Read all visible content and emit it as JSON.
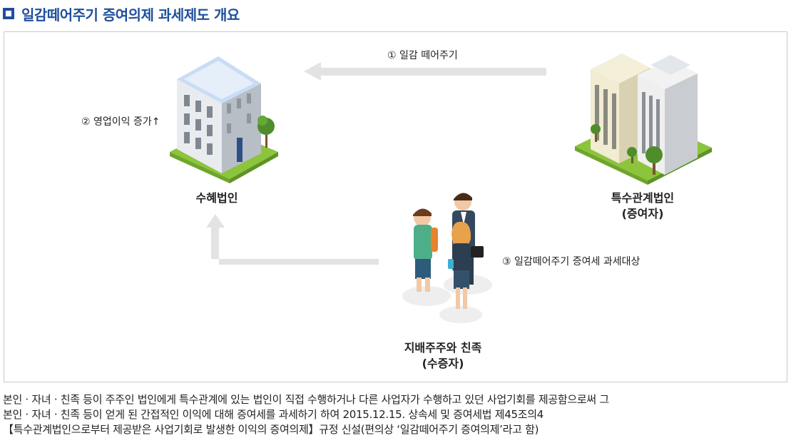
{
  "title": "일감떼어주기 증여의제 과세제도 개요",
  "nodes": {
    "beneficiary": {
      "name": "수혜법인"
    },
    "related": {
      "name": "특수관계법인",
      "role": "(증여자)"
    },
    "shareholders": {
      "name": "지배주주와 친족",
      "role": "(수증자)"
    }
  },
  "steps": {
    "step1": "① 일감 떼어주기",
    "step2": "② 영업이익 증가↑",
    "step3": "③ 일감떼어주기 증여세 과세대상"
  },
  "description": {
    "line1": "본인 · 자녀 · 친족 등이 주주인 법인에게 특수관계에 있는 법인이 직접 수행하거나 다른 사업자가 수행하고 있던 사업기회를 제공함으로써 그",
    "line2": "본인 · 자녀 · 친족 등이 얻게 된 간접적인 이익에 대해 증여세를 과세하기 하여 2015.12.15. 상속세 및 증여세법 제45조의4",
    "line3": "【특수관계법인으로부터 제공받은 사업기회로 발생한 이익의 증여의제】규정 신설(편의상 ‘일감떼어주기 증여의제’라고 함)"
  },
  "colors": {
    "title": "#1f4f9c",
    "arrow": "#e3e3e3",
    "grass": "#8cc43c"
  }
}
